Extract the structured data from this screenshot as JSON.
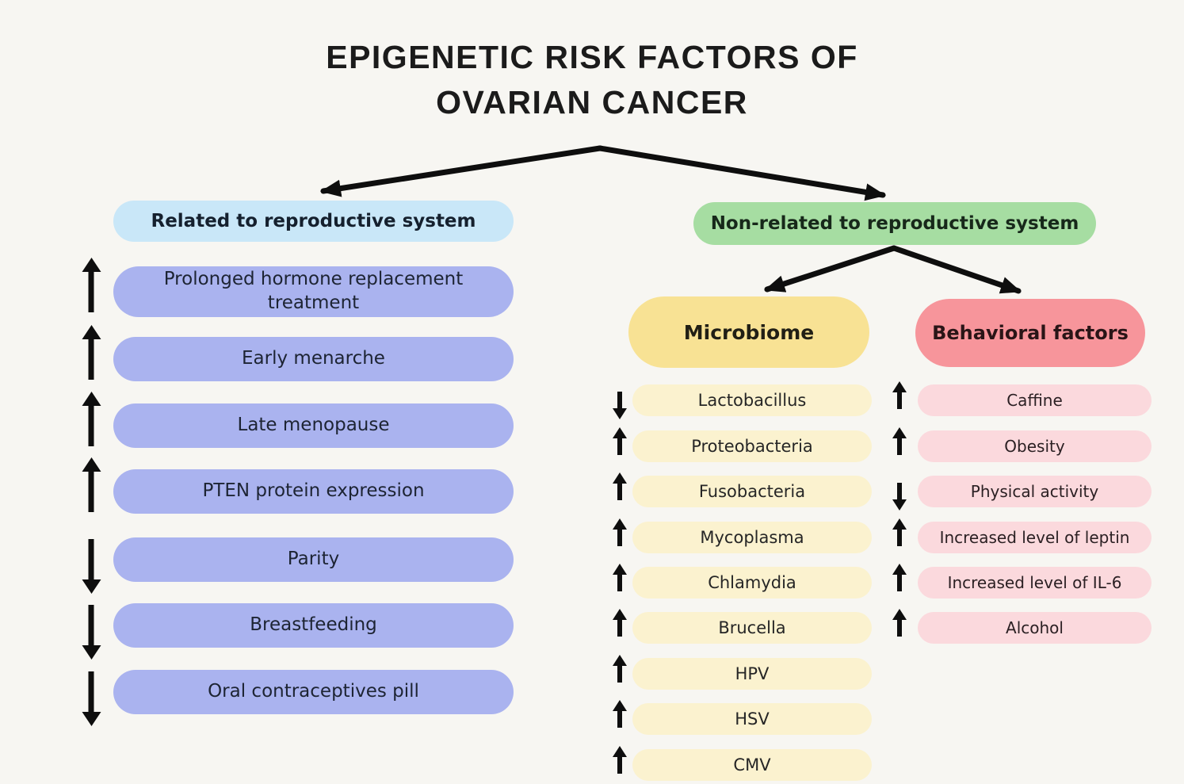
{
  "title": {
    "line1": "EPIGENETIC RISK FACTORS OF",
    "line2": "OVARIAN CANCER"
  },
  "icons": {
    "increase": "up-arrow-icon",
    "decrease": "down-arrow-icon",
    "connector": "branch-arrow-icon"
  },
  "colors": {
    "bg": "#f7f6f2",
    "ink": "#0e0e0e",
    "blue_header": "#c9e7f8",
    "green_header": "#a6dda2",
    "purple_pill": "#aab3ef",
    "yellow_header": "#f8e294",
    "yellow_pill": "#fbf2cf",
    "red_header": "#f7959b",
    "pink_pill": "#fbd9dd"
  },
  "branches": {
    "reproductive": {
      "label": "Related to reproductive system",
      "items": [
        {
          "label": "Prolonged hormone replacement treatment",
          "direction": "up"
        },
        {
          "label": "Early menarche",
          "direction": "up"
        },
        {
          "label": "Late menopause",
          "direction": "up"
        },
        {
          "label": "PTEN protein expression",
          "direction": "up"
        },
        {
          "label": "Parity",
          "direction": "down"
        },
        {
          "label": "Breastfeeding",
          "direction": "down"
        },
        {
          "label": "Oral contraceptives pill",
          "direction": "down"
        }
      ]
    },
    "non_reproductive": {
      "label": "Non-related to reproductive system",
      "groups": {
        "microbiome": {
          "label": "Microbiome",
          "items": [
            {
              "label": "Lactobacillus",
              "direction": "down"
            },
            {
              "label": "Proteobacteria",
              "direction": "up"
            },
            {
              "label": "Fusobacteria",
              "direction": "up"
            },
            {
              "label": "Mycoplasma",
              "direction": "up"
            },
            {
              "label": "Chlamydia",
              "direction": "up"
            },
            {
              "label": "Brucella",
              "direction": "up"
            },
            {
              "label": "HPV",
              "direction": "up"
            },
            {
              "label": "HSV",
              "direction": "up"
            },
            {
              "label": "CMV",
              "direction": "up"
            }
          ]
        },
        "behavioral": {
          "label": "Behavioral factors",
          "items": [
            {
              "label": "Caffine",
              "direction": "up"
            },
            {
              "label": "Obesity",
              "direction": "up"
            },
            {
              "label": "Physical activity",
              "direction": "down"
            },
            {
              "label": "Increased level of leptin",
              "direction": "up"
            },
            {
              "label": "Increased level of IL-6",
              "direction": "up"
            },
            {
              "label": "Alcohol",
              "direction": "up"
            }
          ]
        }
      }
    }
  }
}
